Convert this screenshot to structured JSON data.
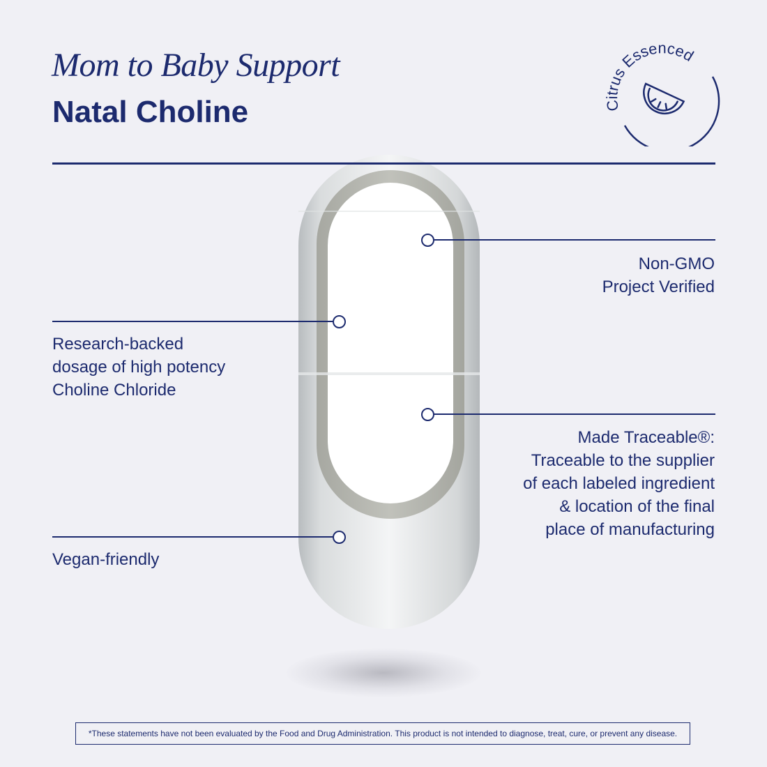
{
  "header": {
    "subtitle": "Mom to Baby Support",
    "title": "Natal Choline"
  },
  "badge": {
    "text": "Citrus Essenced",
    "icon": "lemon-slice-icon"
  },
  "features": [
    {
      "id": "non-gmo",
      "lines": [
        "Non-GMO",
        "Project Verified"
      ]
    },
    {
      "id": "research-backed",
      "lines": [
        "Research-backed",
        "dosage of high potency",
        "Choline Chloride"
      ]
    },
    {
      "id": "made-traceable",
      "lines": [
        "Made Traceable®:",
        "Traceable to the supplier",
        "of each labeled ingredient",
        "& location of the final",
        "place of manufacturing"
      ]
    },
    {
      "id": "vegan",
      "lines": [
        "Vegan-friendly"
      ]
    }
  ],
  "disclaimer": "*These statements have not been evaluated by the Food and Drug Administration. This product is not intended to diagnose, treat, cure, or prevent any disease.",
  "colors": {
    "brand_navy": "#1c2a6e",
    "background": "#f0f0f5"
  }
}
